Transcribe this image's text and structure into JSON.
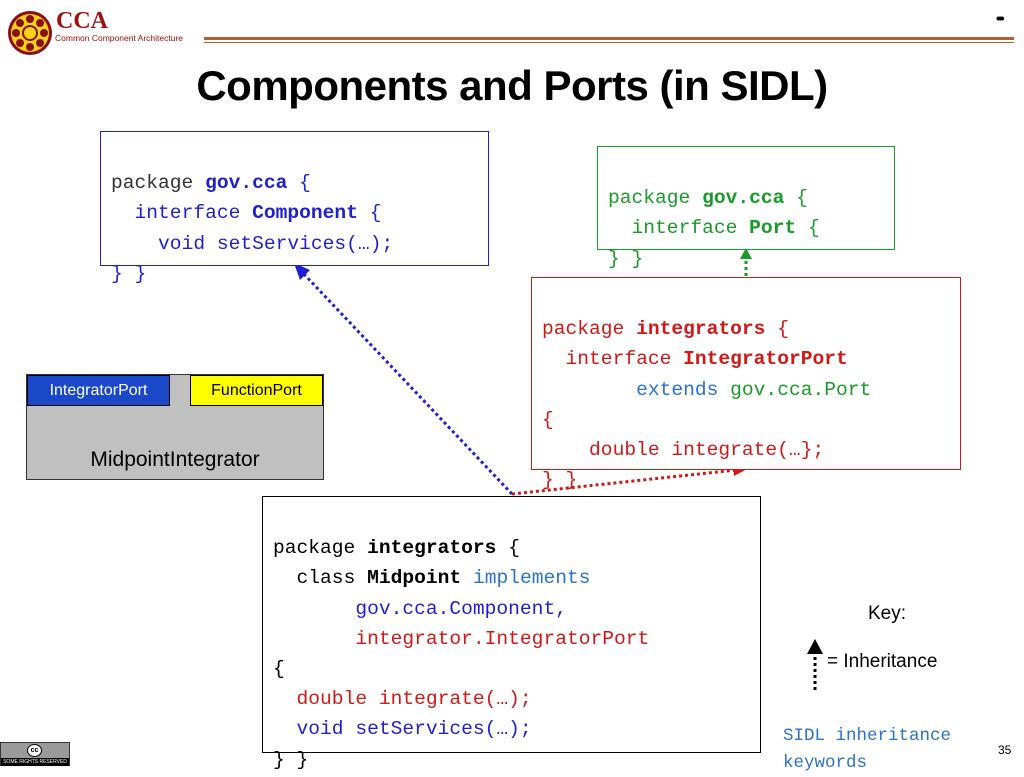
{
  "header": {
    "logo_text": "CCA",
    "logo_subtitle": "Common Component Architecture",
    "menu_glyph": "•••",
    "title": "Components and Ports (in SIDL)"
  },
  "code_component": {
    "kw_package": "package",
    "pkg_name": "gov.cca",
    "brace_open": "{",
    "kw_interface": "interface",
    "iface_name": "Component",
    "method": "void setServices(…);",
    "closing": "} }"
  },
  "code_port": {
    "kw_package": "package",
    "pkg_name": "gov.cca",
    "brace_open": "{",
    "kw_interface": "interface",
    "iface_name": "Port",
    "closing": "} }"
  },
  "code_integrator_port": {
    "kw_package": "package",
    "pkg_name": "integrators",
    "brace_open": "{",
    "kw_interface": "interface",
    "iface_name": "IntegratorPort",
    "kw_extends": "extends",
    "extends_target": "gov.cca.Port",
    "brace_line": "{",
    "method": "double integrate(…};",
    "closing": "} }"
  },
  "code_midpoint": {
    "kw_package": "package",
    "pkg_name": "integrators",
    "brace_open": "{",
    "kw_class": "class",
    "class_name": "Midpoint",
    "kw_implements": "implements",
    "impl_1": "gov.cca.Component,",
    "impl_2": "integrator.IntegratorPort",
    "brace_line": "{",
    "method_1": "double integrate(…);",
    "method_2": "void setServices(…);",
    "closing": "} }"
  },
  "component_diagram": {
    "port_provides": "IntegratorPort",
    "port_uses": "FunctionPort",
    "component_name": "MidpointIntegrator"
  },
  "key": {
    "title": "Key:",
    "inheritance_label": "= Inheritance",
    "keywords_note_line1": "SIDL inheritance",
    "keywords_note_line2": "keywords"
  },
  "footer": {
    "license_badge": "SOME RIGHTS RESERVED",
    "page_number": "35"
  },
  "colors": {
    "title_red": "#b01010",
    "component_box": "#1f1fcf",
    "port_box": "#1a9a2a",
    "integrator_port_box": "#d01818",
    "keyword_blue": "#2a73c8",
    "port_blue_fill": "#1a48c8",
    "port_yellow_fill": "#ffff00",
    "component_gray_fill": "#c0c0c0"
  }
}
